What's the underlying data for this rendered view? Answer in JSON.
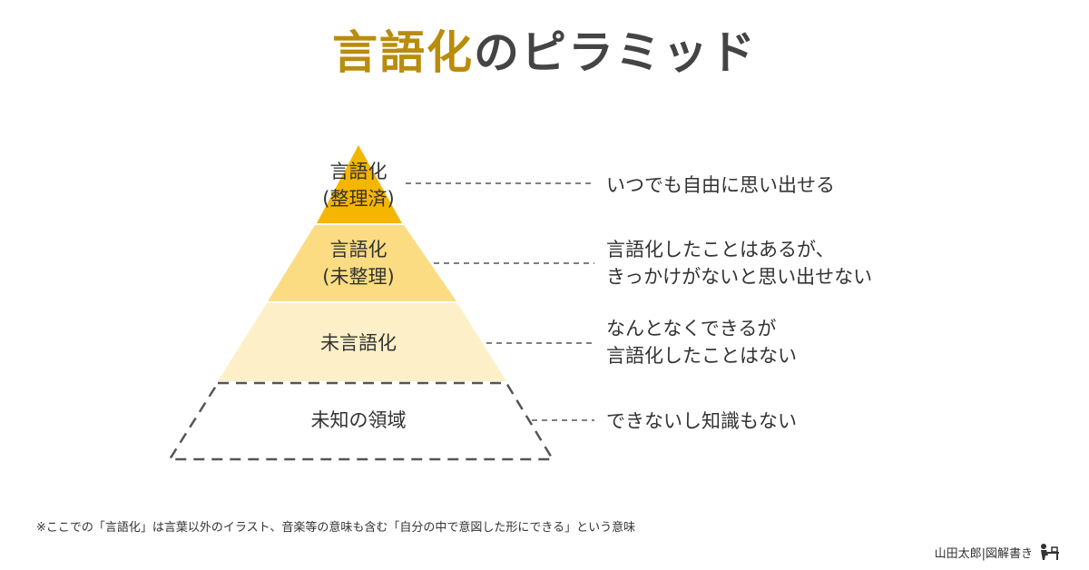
{
  "title": {
    "highlight": "言語化",
    "rest": "のピラミッド"
  },
  "colors": {
    "title_accent": "#b98c0b",
    "layer_top": "#f5b600",
    "layer_second": "#fbdc82",
    "layer_third": "#fdf0c8",
    "dashed_line": "#555555"
  },
  "layers": [
    {
      "line1": "言語化",
      "line2": "(整理済)",
      "description": [
        "いつでも自由に思い出せる"
      ]
    },
    {
      "line1": "言語化",
      "line2": "(未整理)",
      "description": [
        "言語化したことはあるが、",
        "きっかけがないと思い出せない"
      ]
    },
    {
      "line1": "未言語化",
      "line2": "",
      "description": [
        "なんとなくできるが",
        "言語化したことはない"
      ]
    },
    {
      "line1": "未知の領域",
      "line2": "",
      "description": [
        "できないし知識もない"
      ]
    }
  ],
  "footnote": "※ここでの「言語化」は言葉以外のイラスト、音楽等の意味も含む「自分の中で意図した形にできる」という意味",
  "credit": "山田太郎|図解書き",
  "credit_icon": "person-at-desk-icon"
}
